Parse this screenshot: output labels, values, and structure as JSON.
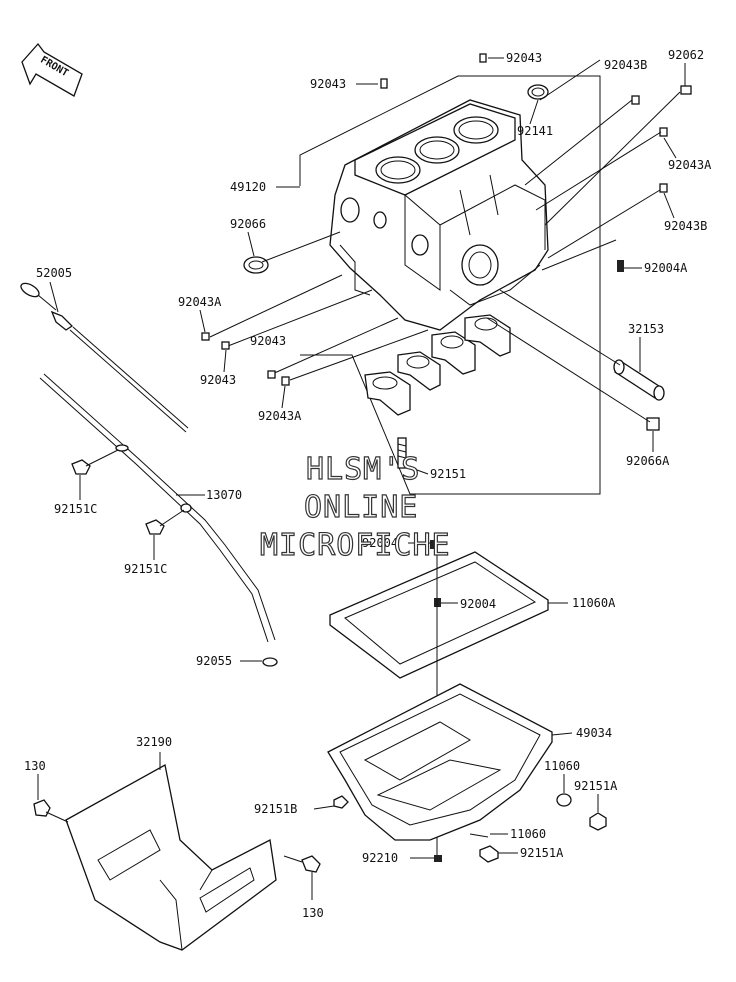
{
  "front_badge": "FRONT",
  "watermark": [
    "HLSM'S",
    "ONLINE",
    "MICROFICHE"
  ],
  "labels": {
    "p92043_top": "92043",
    "p92043_top2": "92043",
    "p92043b_1": "92043B",
    "p92062": "92062",
    "p92141": "92141",
    "p49120": "49120",
    "p92043a_r": "92043A",
    "p92066": "92066",
    "p92043b_2": "92043B",
    "p92004a": "92004A",
    "p52005": "52005",
    "p92043a_l": "92043A",
    "p32153": "32153",
    "p92043_m1": "92043",
    "p92043_m2": "92043",
    "p92043a_m": "92043A",
    "p92066a": "92066A",
    "p92151": "92151",
    "p92151c_1": "92151C",
    "p13070": "13070",
    "p92151c_2": "92151C",
    "p92004_1": "92004",
    "p92004_2": "92004",
    "p11060a": "11060A",
    "p92055": "92055",
    "p49034": "49034",
    "p32190": "32190",
    "p130_1": "130",
    "p11060_1": "11060",
    "p92151a_1": "92151A",
    "p92151b": "92151B",
    "p11060_2": "11060",
    "p92210": "92210",
    "p92151a_2": "92151A",
    "p130_2": "130"
  }
}
